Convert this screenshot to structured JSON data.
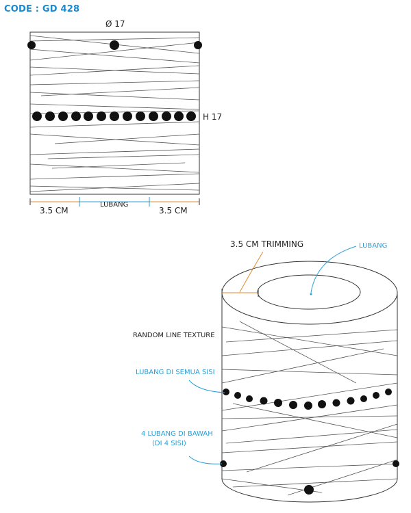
{
  "code": "CODE : GD 428",
  "top_view": {
    "diameter_label": "Ø 17",
    "height_label": "H 17",
    "left_trim": "3.5 CM",
    "middle_label": "LUBANG",
    "right_trim": "3.5 CM"
  },
  "iso_view": {
    "trimming_label": "3.5 CM TRIMMING",
    "hole_label": "LUBANG",
    "texture_label": "RANDOM LINE TEXTURE",
    "side_holes_label": "LUBANG DI SEMUA SISI",
    "bottom_holes_label_1": "4 LUBANG DI BAWAH",
    "bottom_holes_label_2": "(DI 4 SISI)"
  },
  "colors": {
    "accent": "#2a9fd6",
    "code": "#1a8ad0",
    "dim_orange": "#e08a2e",
    "line": "#333333"
  }
}
